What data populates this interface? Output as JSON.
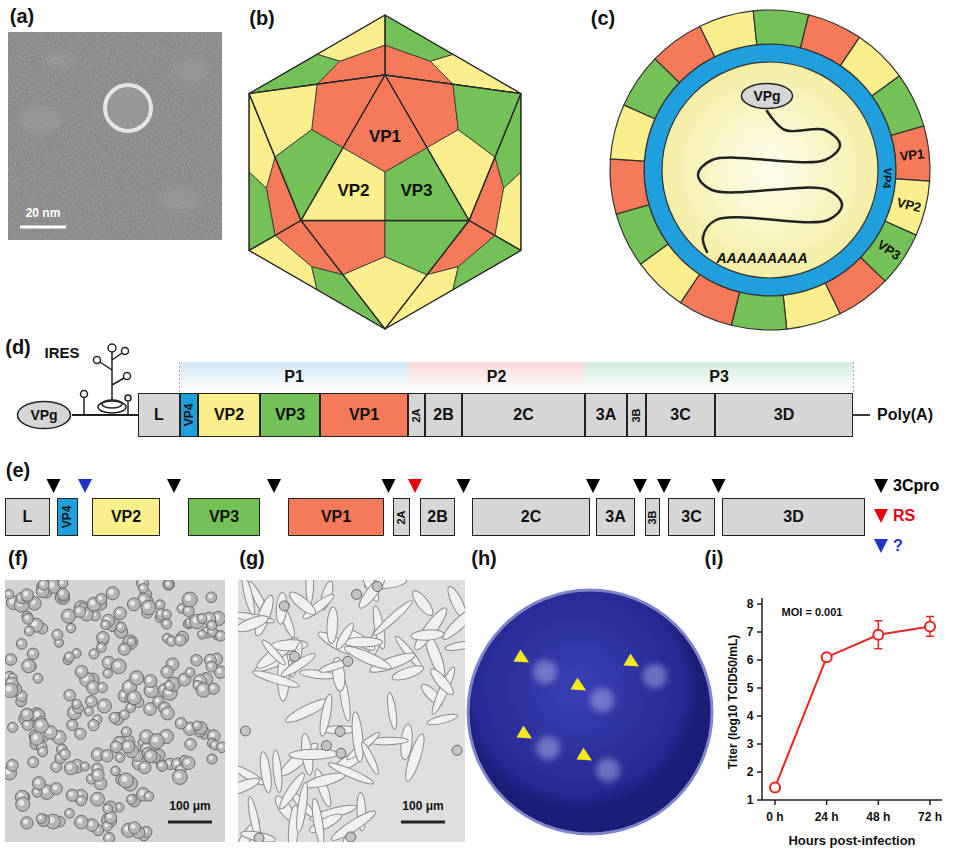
{
  "diagram": {
    "nodes": [
      {
        "text": [
          "VPg"
        ]
      },
      {
        "text": [
          "VPg"
        ]
      },
      {
        "text": [
          "P1"
        ]
      },
      {
        "text": [
          "P2"
        ]
      },
      {
        "text": [
          "P3"
        ]
      },
      {
        "text": [
          "L"
        ]
      },
      {
        "text": [
          "VP4"
        ]
      },
      {
        "text": [
          "VP2"
        ]
      },
      {
        "text": [
          "VP3"
        ]
      },
      {
        "text": [
          "VP1"
        ]
      },
      {
        "text": [
          "2A"
        ]
      },
      {
        "text": [
          "2B"
        ]
      },
      {
        "text": [
          "2C"
        ]
      },
      {
        "text": [
          "3A"
        ]
      },
      {
        "text": [
          "3B"
        ]
      },
      {
        "text": [
          "3C"
        ]
      },
      {
        "text": [
          "3D"
        ]
      },
      {
        "text": [
          "L"
        ]
      },
      {
        "text": [
          "VP4"
        ]
      },
      {
        "text": [
          "VP2"
        ]
      },
      {
        "text": [
          "VP3"
        ]
      },
      {
        "text": [
          "VP1"
        ]
      },
      {
        "text": [
          "2A"
        ]
      },
      {
        "text": [
          "2B"
        ]
      },
      {
        "text": [
          "2C"
        ]
      },
      {
        "text": [
          "3A"
        ]
      },
      {
        "text": [
          "3B"
        ]
      },
      {
        "text": [
          "3C"
        ]
      },
      {
        "text": [
          "3D"
        ]
      }
    ],
    "edges": [
      {
        "from": 1,
        "to": 5,
        "arrow": "none"
      }
    ],
    "labels": [
      "(a)",
      "20 nm",
      "(b)",
      "VP1",
      "VP2",
      "VP3",
      "(c)",
      "VP1",
      "VP4",
      "VP2",
      "VP3",
      "AAAAAAAAA",
      "(d)",
      "IRES",
      "Poly(A)",
      "(e)",
      "(f)",
      "100 μm",
      "(g)",
      "100 μm",
      "(h)",
      "(i)",
      "MOI = 0.001",
      "1",
      "2",
      "3",
      "4",
      "5",
      "6",
      "7",
      "8",
      "0 h",
      "24 h",
      "48 h",
      "72 h",
      "Titer (log10 TCID50/mL)",
      "Hours post-infection"
    ],
    "legend": [
      {
        "text": "3Cpro",
        "color": "#000000"
      },
      {
        "text": "RS",
        "color": "#e60012"
      },
      {
        "text": "?",
        "color": "#2233cc"
      }
    ]
  }
}
